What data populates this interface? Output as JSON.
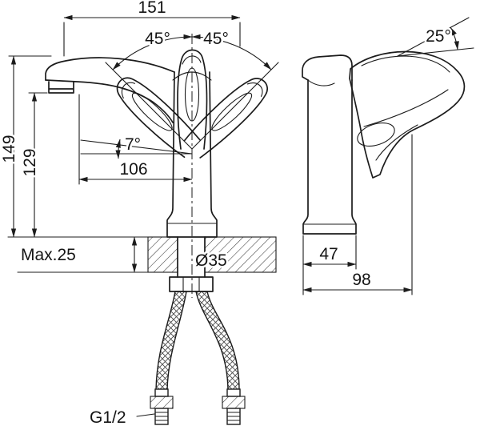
{
  "drawing": {
    "type": "faucet-technical-drawing",
    "line_color": "#1c1c1c",
    "background": "#ffffff"
  },
  "front_view": {
    "overall_width": "151",
    "swing_left_label": "45°",
    "swing_right_label": "45°",
    "overall_height": "149",
    "outlet_height": "129",
    "spout_tilt": "7°",
    "spout_reach": "106",
    "deck_thickness": "Max.25",
    "hole_diameter": "Ø35",
    "supply_thread": "G1/2"
  },
  "side_view": {
    "handle_tilt": "25°",
    "base_depth": "47",
    "overall_depth": "98"
  }
}
